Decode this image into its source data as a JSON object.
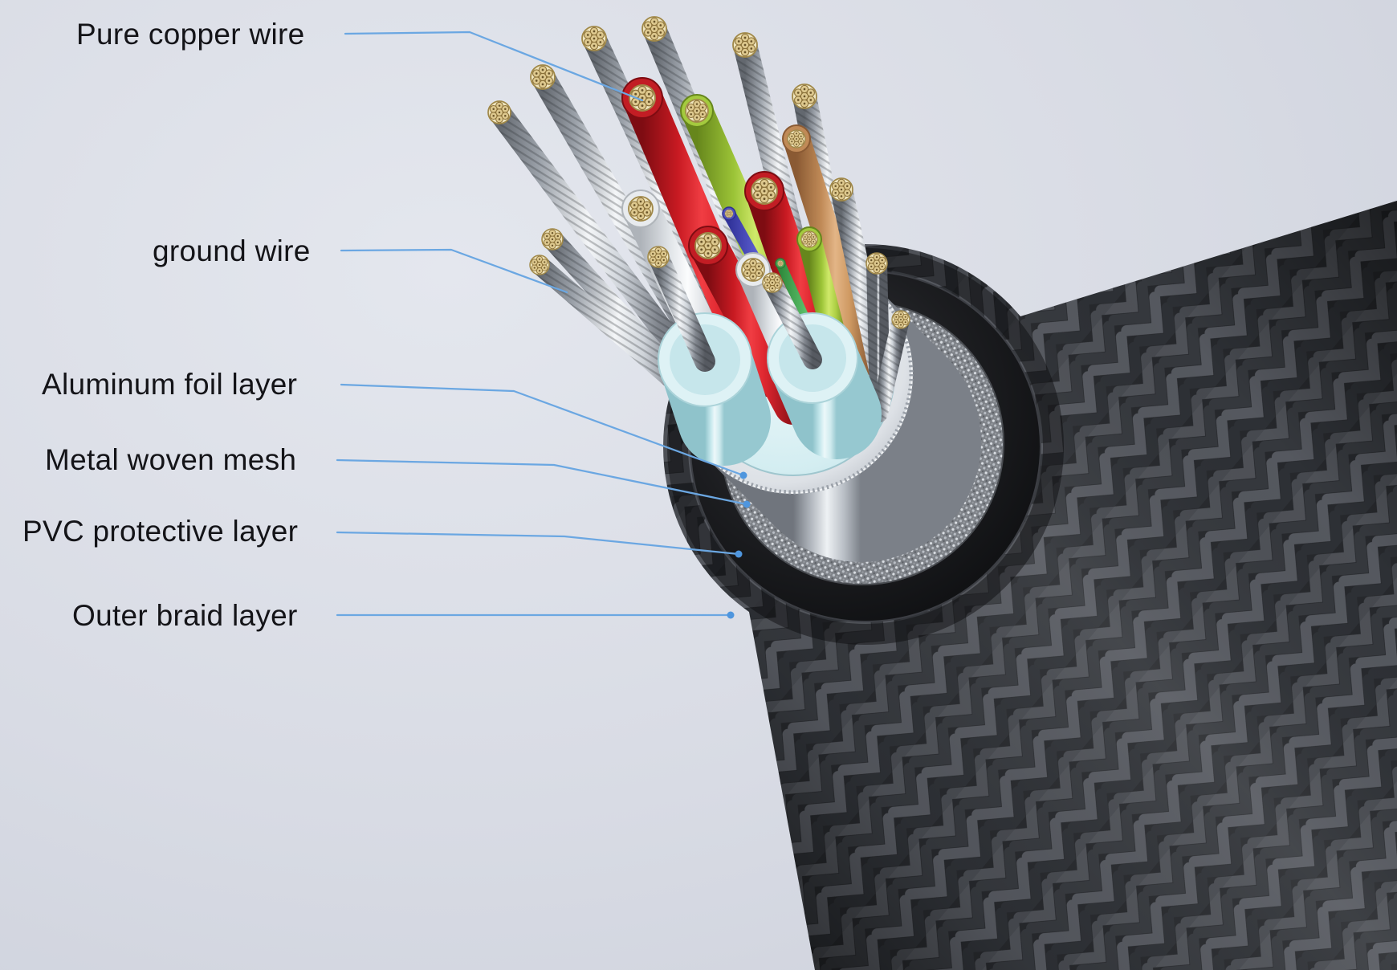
{
  "diagram": {
    "labels": [
      {
        "id": "pure-copper-wire",
        "text": "Pure copper wire"
      },
      {
        "id": "ground-wire",
        "text": "ground wire"
      },
      {
        "id": "aluminum-foil-layer",
        "text": "Aluminum foil layer"
      },
      {
        "id": "metal-woven-mesh",
        "text": "Metal woven mesh"
      },
      {
        "id": "pvc-protective-layer",
        "text": "PVC protective layer"
      },
      {
        "id": "outer-braid-layer",
        "text": "Outer braid layer"
      }
    ],
    "colors": {
      "background": "#d8dbe4",
      "label_text": "#141418",
      "leader_line": "#6ba7e2",
      "copper_strand": "#efe0ac",
      "outer_braid": "#2b2d31",
      "pvc_layer": "#1c1d20",
      "metal_mesh": "#7e8288",
      "aluminum_foil": "#dde1e6",
      "inner_pvc": "#d3edf1",
      "wire_red": "#e02830",
      "wire_lime": "#a8d23e",
      "wire_white": "#f2f4f6",
      "wire_tan": "#c98f5a",
      "wire_purple": "#5052c0",
      "wire_silver": "#cfd4da"
    }
  }
}
